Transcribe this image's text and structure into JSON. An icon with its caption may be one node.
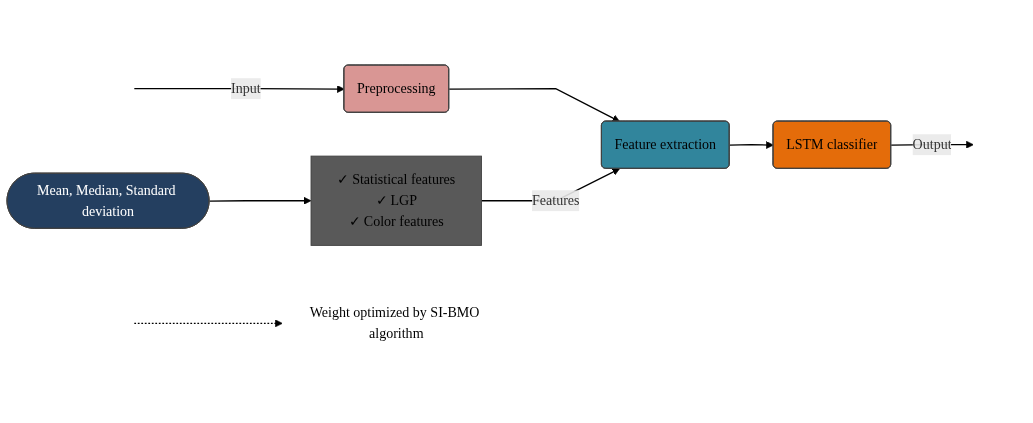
{
  "diagram": {
    "nodes": [
      {
        "text": [
          "Preprocessing"
        ]
      },
      {
        "text": [
          "Feature extraction"
        ]
      },
      {
        "text": [
          "LSTM classifier"
        ]
      },
      {
        "text": [
          "Mean, Median, Standard deviation"
        ]
      },
      {
        "text": [
          "✓ Statistical features",
          "✓ LGP",
          "✓ Color features"
        ]
      },
      {
        "text": [
          "Weight optimized by SI-BMO algorithm"
        ]
      }
    ],
    "edges": [
      {
        "from": null,
        "to": 0,
        "arrow": "to",
        "label": "Input"
      },
      {
        "from": 0,
        "to": 1,
        "arrow": "to"
      },
      {
        "from": 1,
        "to": 2,
        "arrow": "to"
      },
      {
        "from": 2,
        "to": null,
        "arrow": "to",
        "label": "Output"
      },
      {
        "from": 3,
        "to": 4,
        "arrow": "to"
      },
      {
        "from": 4,
        "to": 1,
        "arrow": "to",
        "label": "Features"
      },
      {
        "from": null,
        "to": 5,
        "arrow": "to",
        "style": "dashed"
      }
    ]
  }
}
